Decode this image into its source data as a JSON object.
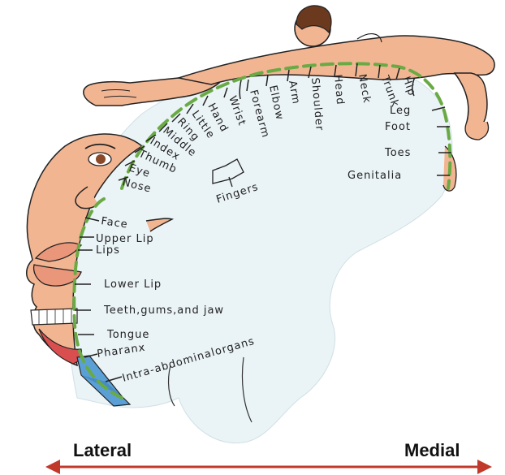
{
  "diagram": {
    "colors": {
      "skin": "#f2b592",
      "skin_dark": "#d98a66",
      "cortex": "#eaf3f6",
      "dash": "#6aaa45",
      "arrow": "#c0392b",
      "lips": "#e9967a",
      "tongue": "#d94f4f",
      "pharynx": "#5aa0d6",
      "hair": "#6b3a1e"
    },
    "labels": {
      "hip": "Hip",
      "trunk": "Trunk",
      "neck": "Neck",
      "head": "Head",
      "shoulder": "Shoulder",
      "arm": "Arm",
      "elbow": "Elbow",
      "forearm": "Forearm",
      "wrist": "Wrist",
      "hand": "Hand",
      "little": "Little",
      "ring": "Ring",
      "middle": "Middle",
      "index": "Index",
      "thumb": "Thumb",
      "eye": "Eye",
      "nose": "Nose",
      "fingers": "Fingers",
      "leg": "Leg",
      "foot": "Foot",
      "toes": "Toes",
      "genitalia": "Genitalia",
      "face": "Face",
      "upper_lip": "Upper Lip",
      "lips": "Lips",
      "lower_lip": "Lower Lip",
      "teeth": "Teeth,gums,and jaw",
      "tongue": "Tongue",
      "pharynx": "Pharanx",
      "intra": "Intra-abdominalorgans"
    },
    "axis": {
      "left": "Lateral",
      "right": "Medial"
    }
  }
}
